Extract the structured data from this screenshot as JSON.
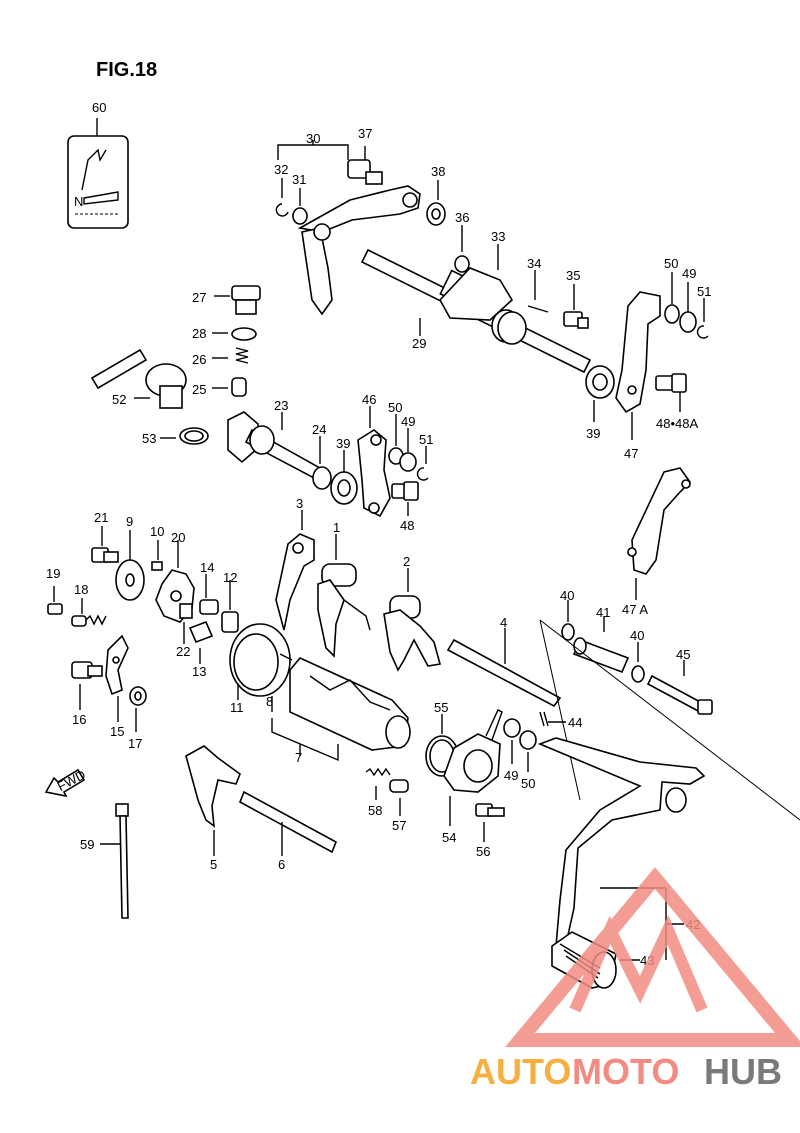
{
  "figure_title": "FIG.18",
  "fwd_label": "FWD",
  "card_mark": "N",
  "watermark": {
    "part1": "AUTO",
    "part2": "MOTO",
    "part3": "HUB",
    "color1": "#f5b041",
    "color2": "#f28c82",
    "color3": "#7a7a7a",
    "logo_color": "#f28c82"
  },
  "labels": {
    "p1": "1",
    "p2": "2",
    "p3": "3",
    "p4": "4",
    "p5": "5",
    "p6": "6",
    "p7": "7",
    "p8": "8",
    "p9": "9",
    "p10": "10",
    "p11": "11",
    "p12": "12",
    "p13": "13",
    "p14": "14",
    "p15": "15",
    "p16": "16",
    "p17": "17",
    "p18": "18",
    "p19": "19",
    "p20": "20",
    "p21": "21",
    "p22": "22",
    "p23": "23",
    "p24": "24",
    "p25": "25",
    "p26": "26",
    "p27": "27",
    "p28": "28",
    "p29": "29",
    "p30": "30",
    "p31": "31",
    "p32": "32",
    "p33": "33",
    "p34": "34",
    "p35": "35",
    "p36": "36",
    "p37": "37",
    "p38": "38",
    "p39a": "39",
    "p39b": "39",
    "p40a": "40",
    "p40b": "40",
    "p41": "41",
    "p42": "42",
    "p43": "43",
    "p44": "44",
    "p45": "45",
    "p46": "46",
    "p47": "47",
    "p47a": "47 A",
    "p48": "48",
    "p48b": "48•48A",
    "p49a": "49",
    "p49b": "49",
    "p49c": "49",
    "p50a": "50",
    "p50b": "50",
    "p50c": "50",
    "p51a": "51",
    "p51b": "51",
    "p52": "52",
    "p53": "53",
    "p54": "54",
    "p55": "55",
    "p56": "56",
    "p57": "57",
    "p58": "58",
    "p59": "59",
    "p60": "60"
  }
}
